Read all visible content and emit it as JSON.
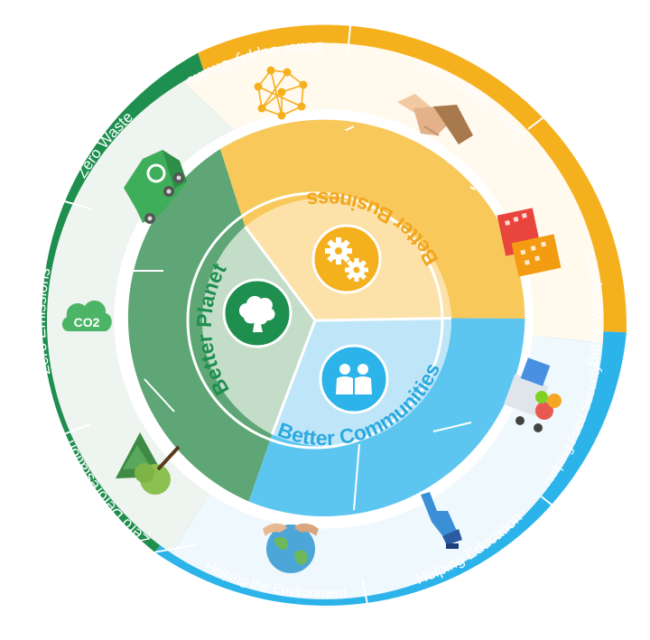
{
  "colors": {
    "planet_dark": "#1E8F4E",
    "planet_mid": "#5EA675",
    "planet_light": "#C3DDC9",
    "business_dark": "#F5B01E",
    "business_mid": "#F8C85A",
    "business_light": "#FCE2A8",
    "community_dark": "#2BB3EA",
    "community_mid": "#5CC6F0",
    "community_light": "#BFE6F8"
  },
  "core": {
    "planet": {
      "label": "Better Planet",
      "icon": "tree-icon"
    },
    "business": {
      "label": "Better Business",
      "icon": "gears-icon"
    },
    "communities": {
      "label": "Better Communities",
      "icon": "people-icon"
    }
  },
  "outer": {
    "zero_waste": {
      "label": "Zero Waste",
      "icon": "recycling-truck-icon"
    },
    "zero_emissions": {
      "label": "Zero Emissions",
      "icon": "co2-cloud-icon",
      "badge": "CO2"
    },
    "zero_deforestation": {
      "label": "Zero Deforestation",
      "icon": "trees-icon"
    },
    "helping_environment": {
      "label": "Helping the Environment",
      "icon": "globe-hands-icon"
    },
    "helping_education": {
      "label": "Helping Education",
      "icon": "hand-pointer-icon"
    },
    "helping_food_security": {
      "label": "Helping Food Security",
      "icon": "food-truck-icon"
    },
    "better_workplace": {
      "label": "Better Workplace",
      "icon": "buildings-icon"
    },
    "better_collaboration": {
      "label": "Better Collaboration",
      "icon": "handshake-icon"
    },
    "better_supply_chains": {
      "label": "Better Supply Chains",
      "icon": "network-icon"
    }
  }
}
